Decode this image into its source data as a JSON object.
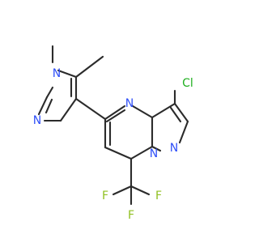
{
  "molecule": {
    "atoms": [
      {
        "id": "n_top_pyrazole",
        "label": "N",
        "color": "#3050F8"
      },
      {
        "id": "n_left_pyrazole",
        "label": "N",
        "color": "#3050F8"
      },
      {
        "id": "n_pyrimidine",
        "label": "N",
        "color": "#3050F8"
      },
      {
        "id": "n_bridge",
        "label": "N",
        "color": "#3050F8"
      },
      {
        "id": "n_right_pyrazole",
        "label": "N",
        "color": "#3050F8"
      },
      {
        "id": "cl",
        "label": "Cl",
        "color": "#1FAF1F"
      },
      {
        "id": "f_left",
        "label": "F",
        "color": "#90C020"
      },
      {
        "id": "f_middle",
        "label": "F",
        "color": "#90C020"
      },
      {
        "id": "f_right",
        "label": "F",
        "color": "#90C020"
      }
    ]
  }
}
